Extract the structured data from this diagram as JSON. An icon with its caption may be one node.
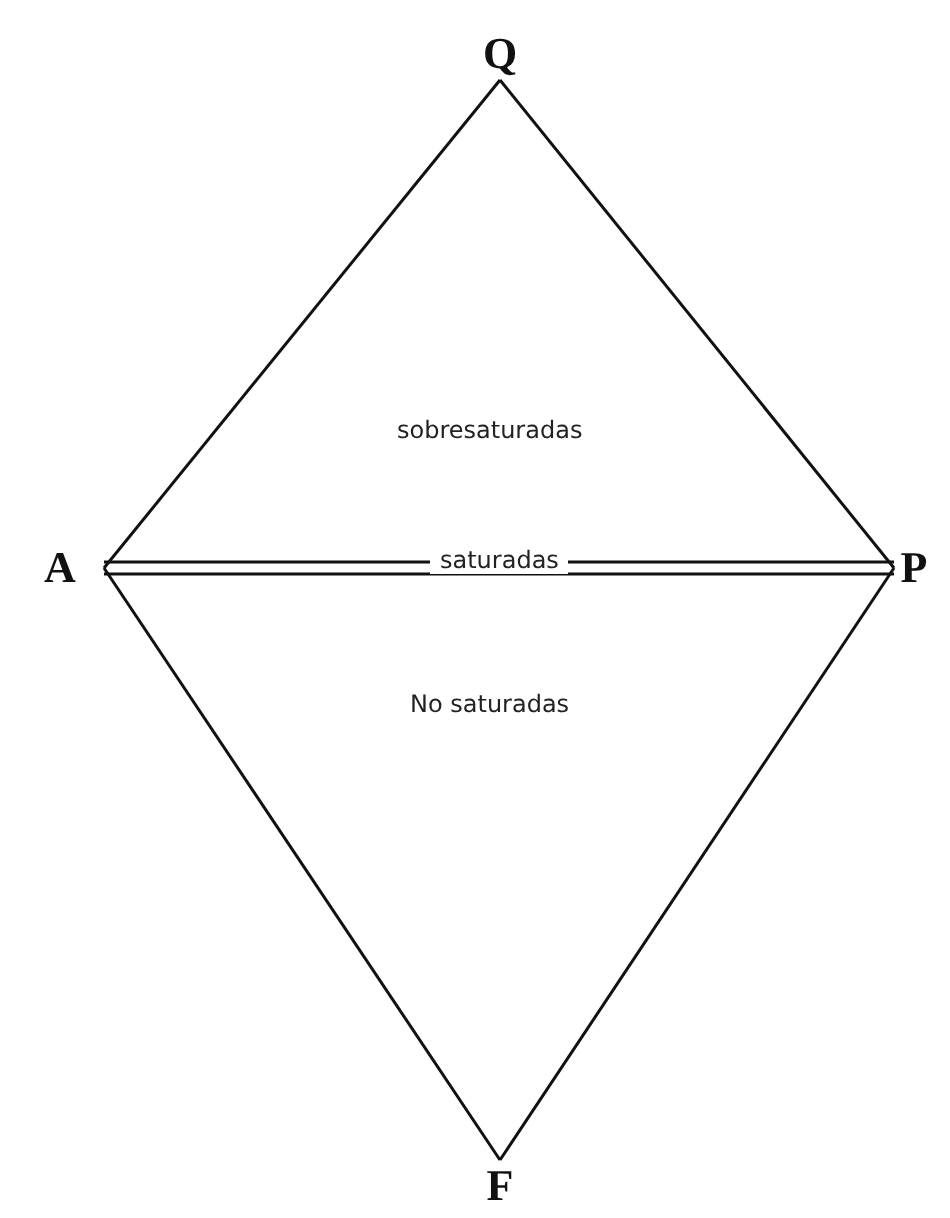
{
  "diagram": {
    "nodes": [
      {
        "text": [
          "Q"
        ]
      },
      {
        "text": [
          "A"
        ]
      },
      {
        "text": [
          "P"
        ]
      },
      {
        "text": [
          "F"
        ]
      }
    ],
    "edges": [
      {
        "from": 0,
        "to": 1,
        "arrow": "none"
      },
      {
        "from": 0,
        "to": 2,
        "arrow": "none"
      },
      {
        "from": 1,
        "to": 2,
        "arrow": "none",
        "label": "saturadas"
      },
      {
        "from": 1,
        "to": 3,
        "arrow": "none"
      },
      {
        "from": 2,
        "to": 3,
        "arrow": "none"
      }
    ],
    "labels": [
      "sobresaturadas",
      "No saturadas"
    ]
  }
}
